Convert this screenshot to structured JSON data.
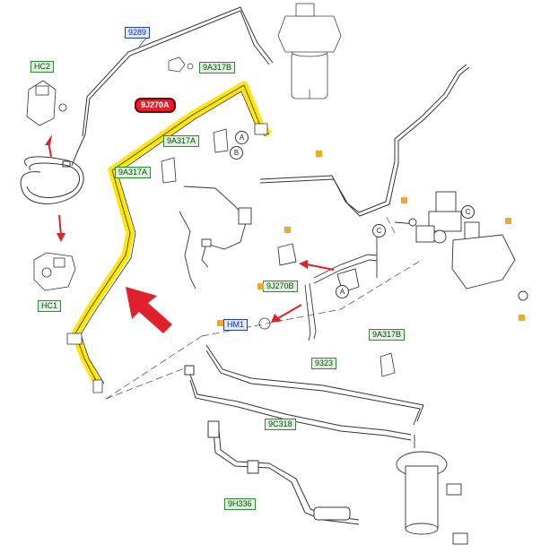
{
  "labels": {
    "l9289": "9289",
    "lHC2": "HC2",
    "l9A317B_top": "9A317B",
    "l9J270A": "9J270A",
    "l9A317A_1": "9A317A",
    "l9A317A_2": "9A317A",
    "lHC1": "HC1",
    "l9J270B": "9J270B",
    "lHM1": "HM1",
    "l9A317B_bot": "9A317B",
    "l9323": "9323",
    "l9C318": "9C318",
    "l9H336": "9H336"
  },
  "callouts": {
    "a1": "A",
    "b1": "B",
    "c1": "C",
    "c2": "C",
    "a2": "A"
  },
  "colors": {
    "highlight": "#ffe600",
    "arrow": "#e0202a",
    "blue_label": "#1d3fb8",
    "green_label": "#2d8a2d",
    "marker": "#f5a623"
  }
}
